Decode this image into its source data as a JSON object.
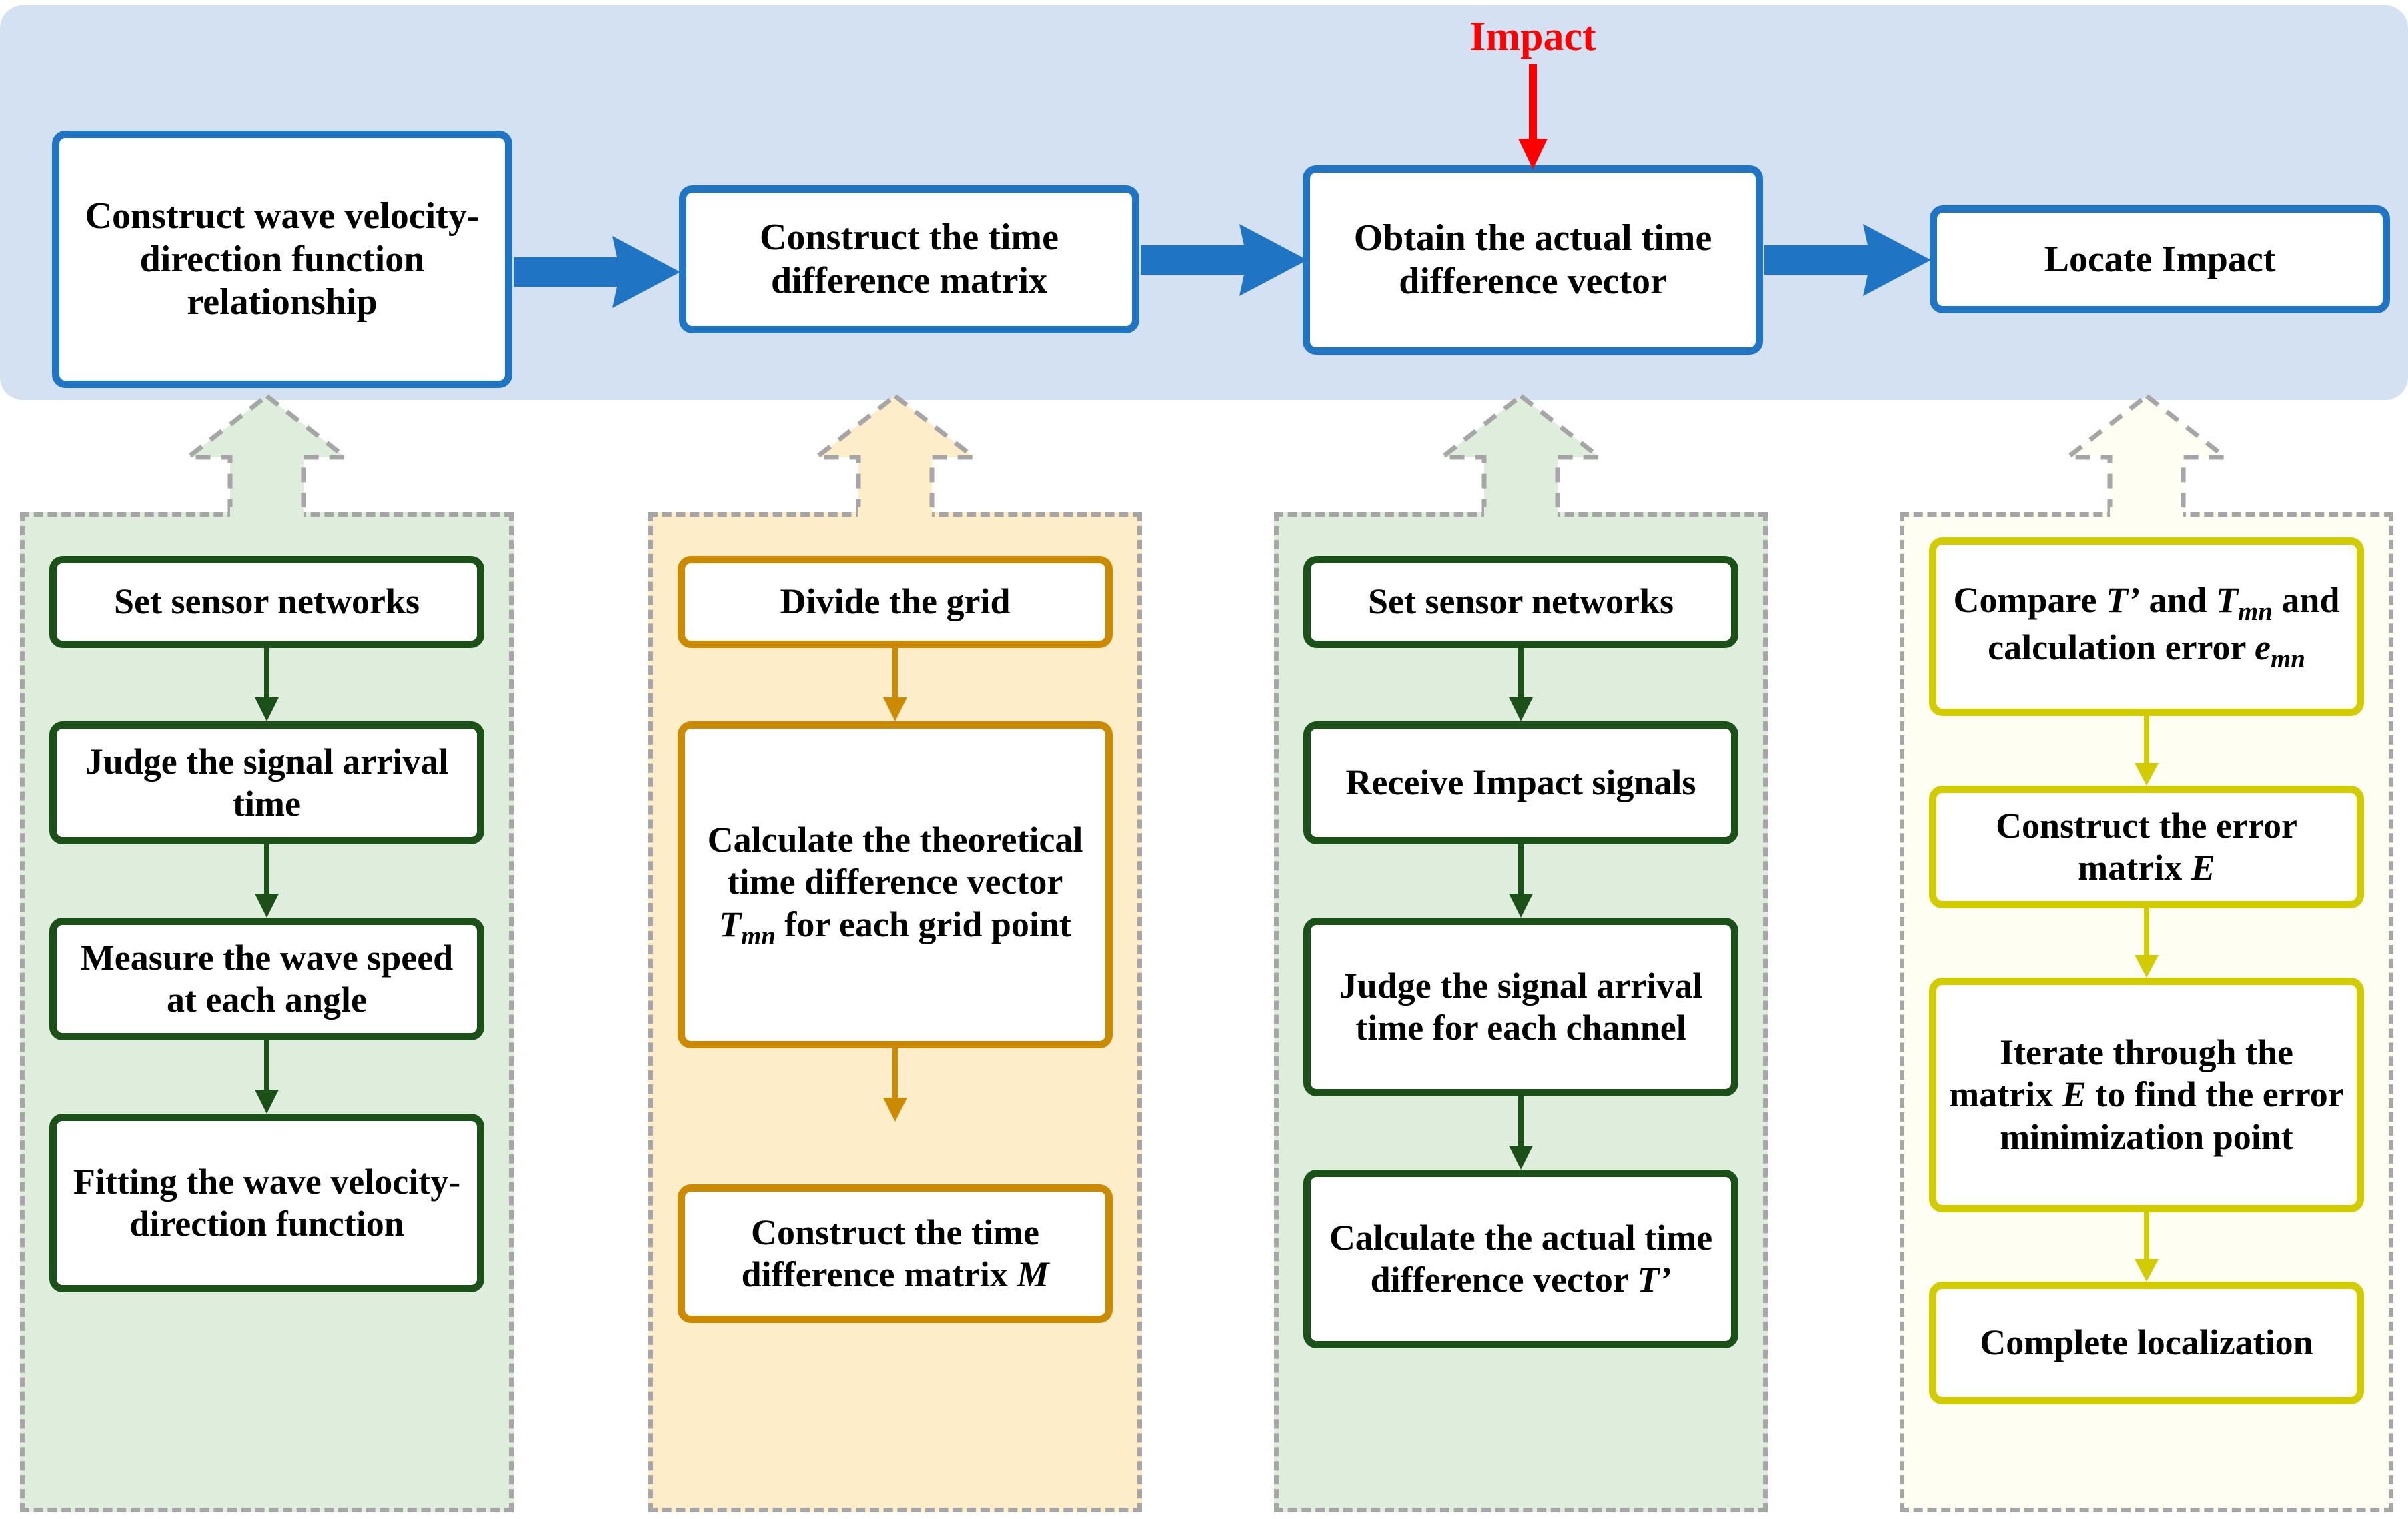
{
  "colors": {
    "banner_bg": "#d3e1f3",
    "banner_box_border": "#1f75c4",
    "banner_arrow": "#1f75c4",
    "impact_red": "#ff0000",
    "green_fill": "#dfeddc",
    "green_border": "#1b5018",
    "orange_fill": "#fdeec9",
    "orange_border": "#cc8a00",
    "yellow_fill": "#fefef3",
    "yellow_border": "#d2cb00",
    "dashed_gray": "#a6a6a6"
  },
  "banner": {
    "boxes": [
      {
        "label": "Construct wave velocity-direction function relationship"
      },
      {
        "label": "Construct the time difference matrix"
      },
      {
        "label": "Obtain the actual time difference vector"
      },
      {
        "label": "Locate Impact"
      }
    ],
    "impact": {
      "label": "Impact"
    }
  },
  "columns": [
    {
      "name": "wave-velocity-calibration",
      "nodes": [
        {
          "label": "Set sensor networks"
        },
        {
          "label": "Judge the signal arrival time"
        },
        {
          "label": "Measure the wave speed at each angle"
        },
        {
          "label": "Fitting the wave velocity-direction function"
        }
      ]
    },
    {
      "name": "grid-time-difference-matrix",
      "nodes": [
        {
          "label": "Divide the grid"
        },
        {
          "label_pre": "Calculate the theoretical time difference vector ",
          "symbol": "T",
          "symbol_sub": "mn",
          "label_post": " for each grid point"
        },
        {
          "label_pre": "Construct the time difference matrix ",
          "symbol": "M",
          "symbol_sub": "",
          "label_post": ""
        }
      ]
    },
    {
      "name": "actual-time-difference",
      "nodes": [
        {
          "label": "Set sensor networks"
        },
        {
          "label": "Receive Impact signals"
        },
        {
          "label": "Judge the signal arrival time for each channel"
        },
        {
          "label_pre": "Calculate the actual time difference vector ",
          "symbol": "T’",
          "symbol_sub": "",
          "label_post": ""
        }
      ]
    },
    {
      "name": "error-minimization-localization",
      "nodes": [
        {
          "label_pre": "Compare ",
          "symbol": "T’",
          "symbol_sub": "",
          "label_mid": " and ",
          "symbol2": "T",
          "symbol2_sub": "mn",
          "label_mid2": "  and calculation error ",
          "symbol3": "e",
          "symbol3_sub": "mn",
          "label_post": ""
        },
        {
          "label_pre": "Construct the error matrix ",
          "symbol": "E",
          "symbol_sub": "",
          "label_post": ""
        },
        {
          "label_pre": "Iterate through the matrix ",
          "symbol": "E",
          "symbol_sub": "",
          "label_post": " to find the error minimization point"
        },
        {
          "label": "Complete localization"
        }
      ]
    }
  ]
}
